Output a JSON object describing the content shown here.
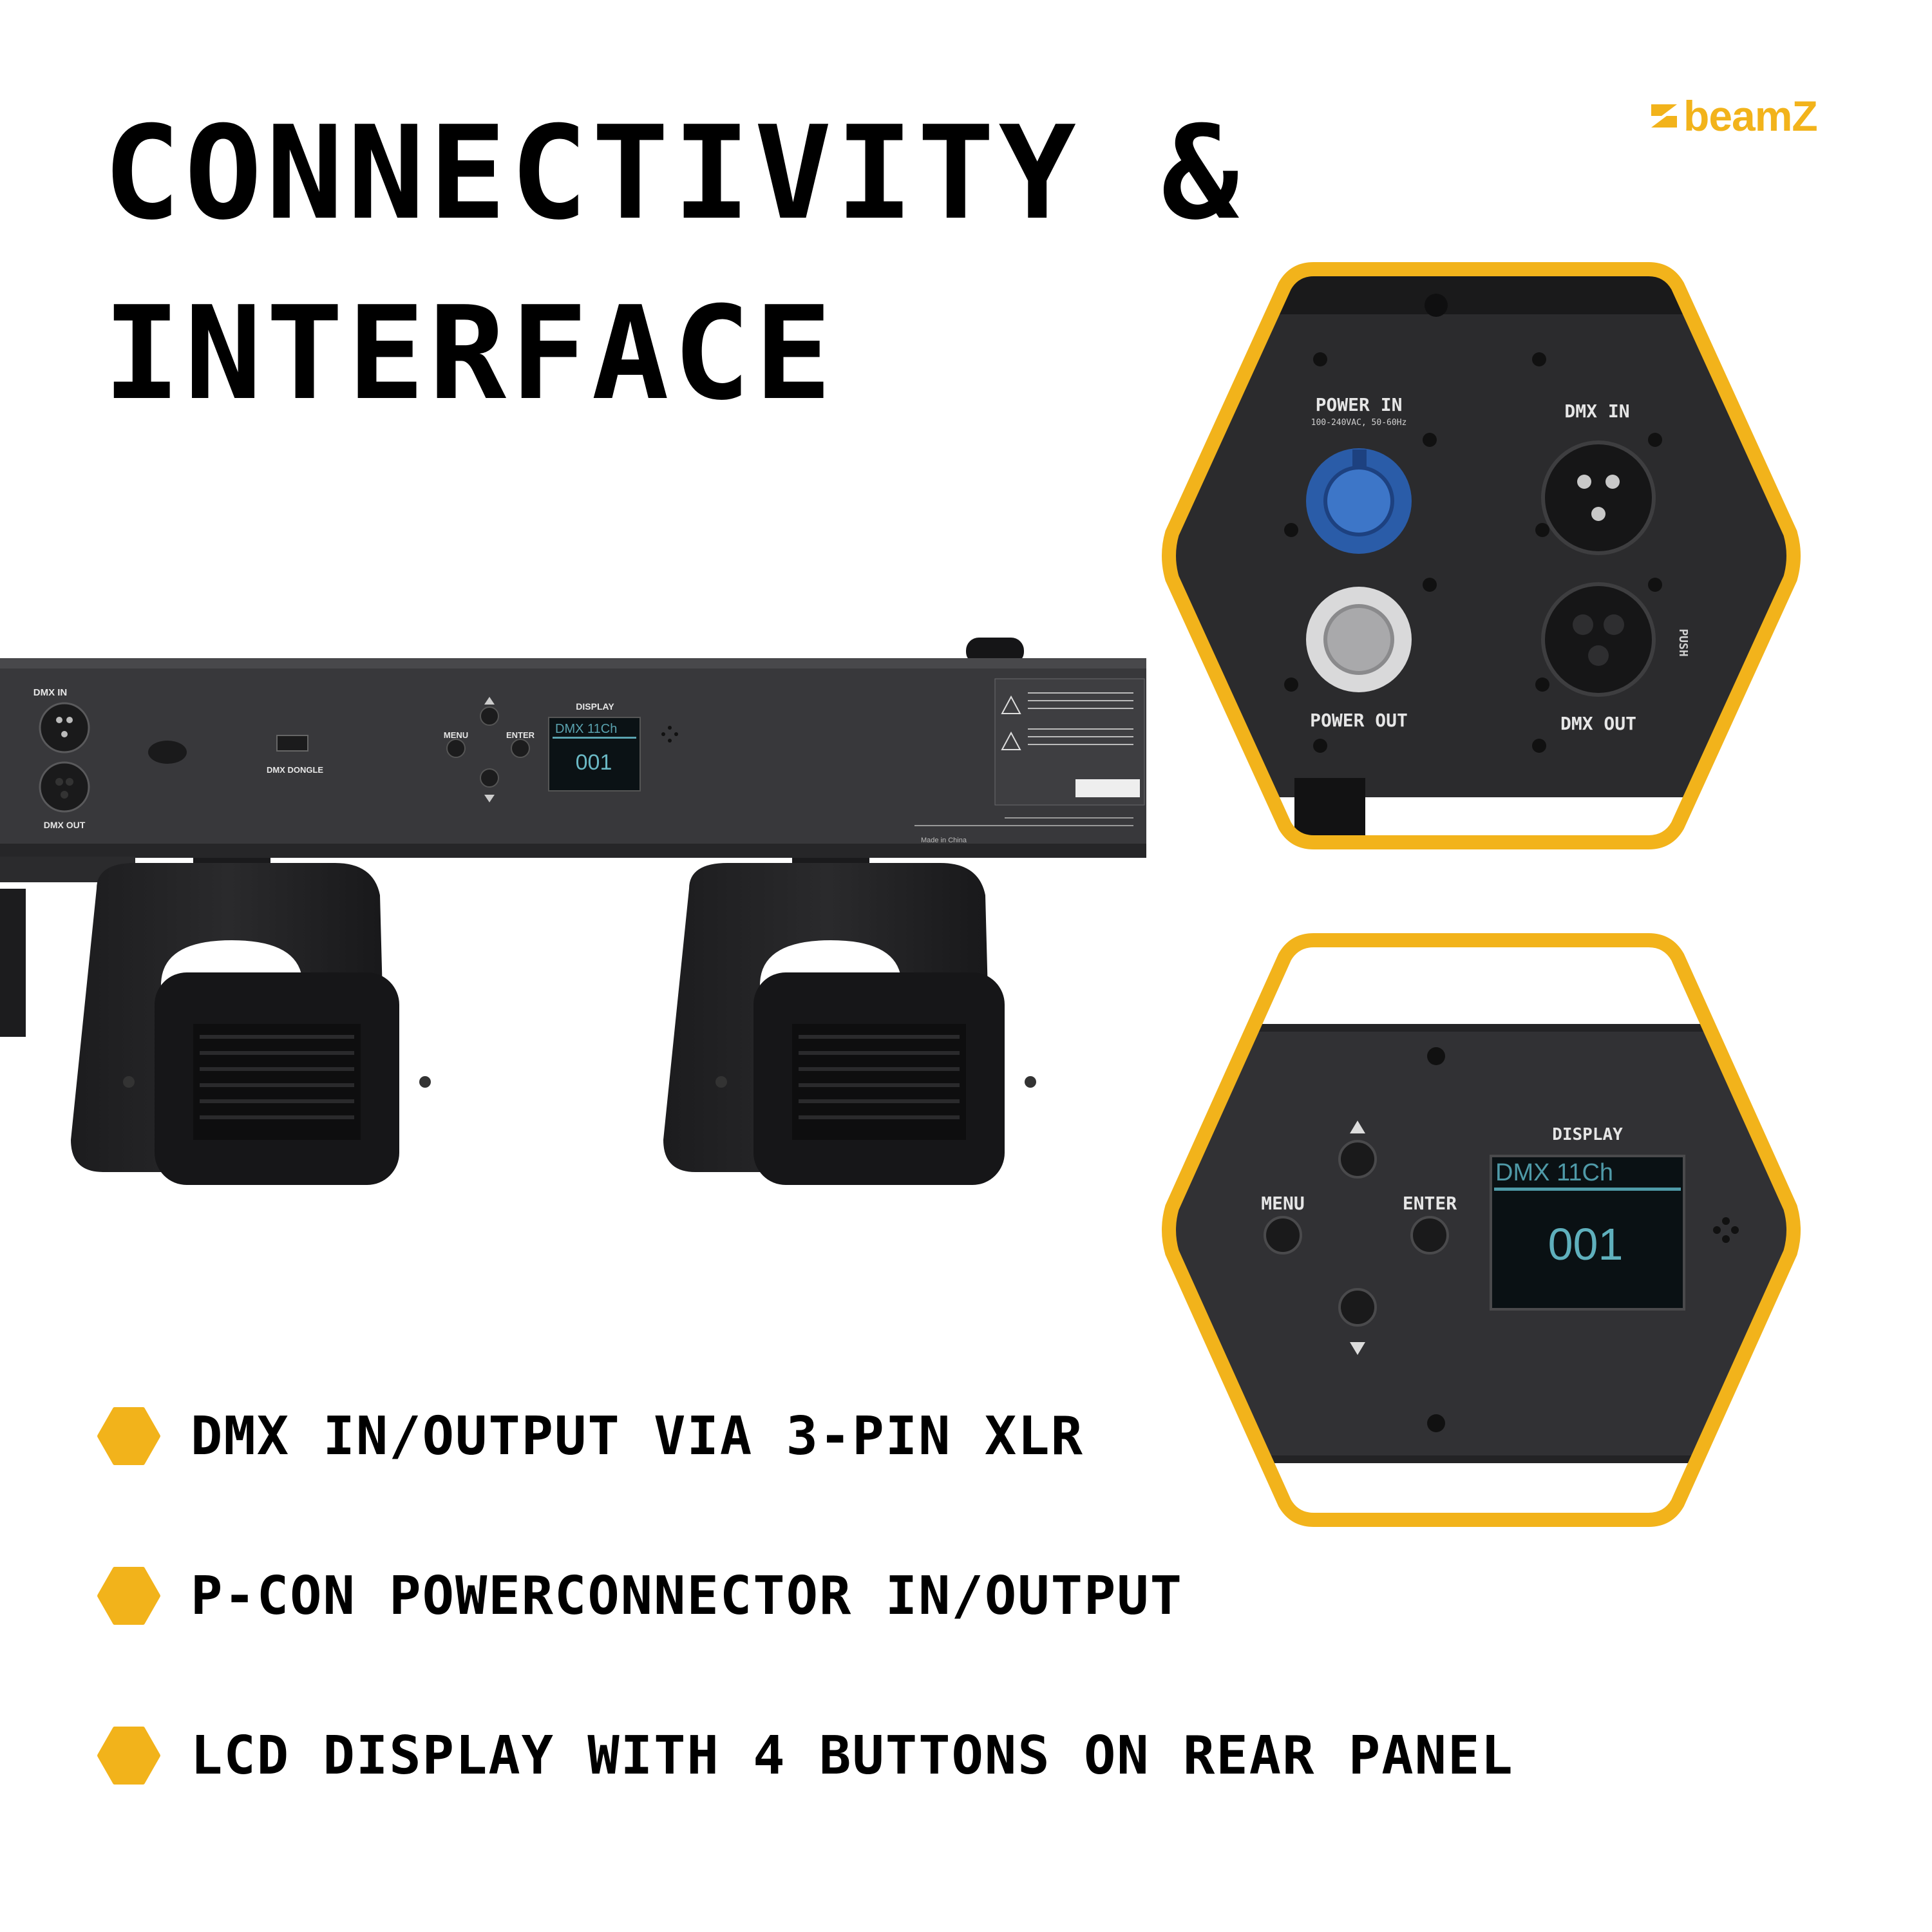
{
  "title": {
    "line1": "CONNECTIVITY &",
    "line2": "INTERFACE"
  },
  "brand": {
    "name": "beamZ",
    "color": "#f2b31b"
  },
  "colors": {
    "accent": "#f2b31b",
    "panel": "#2e2e30",
    "text": "#000000"
  },
  "main_panel": {
    "dmx_in": "DMX IN",
    "dmx_out": "DMX OUT",
    "dongle": "DMX DONGLE",
    "menu": "MENU",
    "enter": "ENTER",
    "display_label": "DISPLAY",
    "screen_line1": "DMX 11Ch",
    "screen_value": "001",
    "made_in": "Made in China"
  },
  "connector_zoom": {
    "power_in": "POWER IN",
    "power_spec": "100-240VAC, 50-60Hz",
    "power_out": "POWER OUT",
    "dmx_in": "DMX IN",
    "dmx_out": "DMX OUT",
    "push": "PUSH"
  },
  "interface_zoom": {
    "menu": "MENU",
    "enter": "ENTER",
    "display_label": "DISPLAY",
    "screen_line1": "DMX 11Ch",
    "screen_value": "001"
  },
  "features": [
    {
      "text": "DMX IN/OUTPUT VIA 3-PIN XLR"
    },
    {
      "text": "P-CON POWERCONNECTOR IN/OUTPUT"
    },
    {
      "text": "LCD DISPLAY WITH 4 BUTTONS ON REAR PANEL"
    }
  ]
}
